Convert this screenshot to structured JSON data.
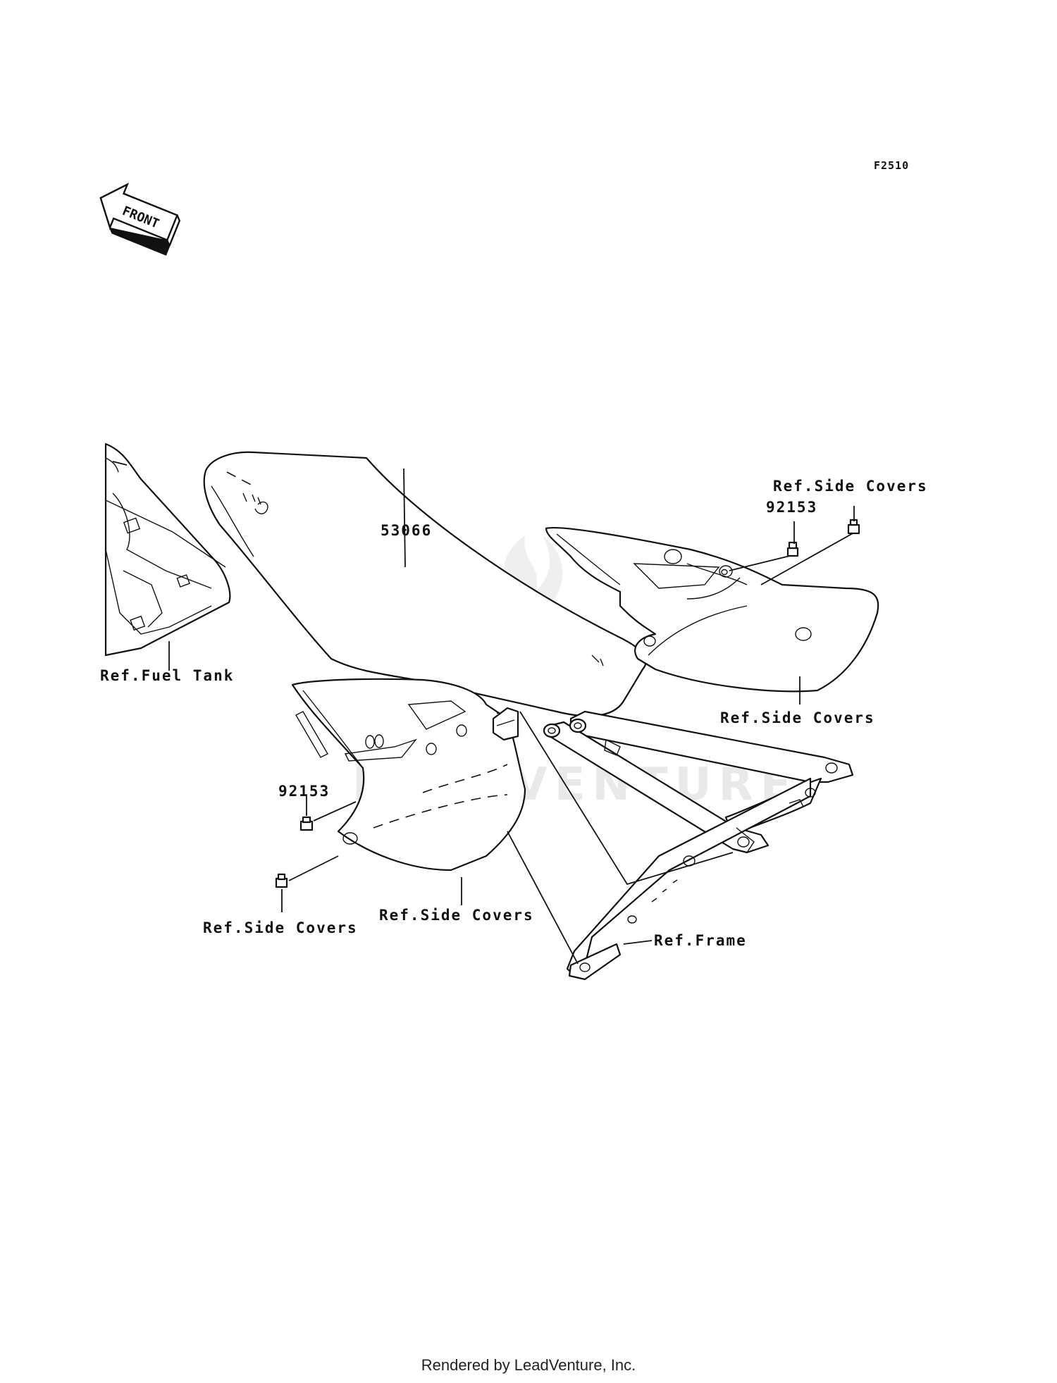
{
  "diagram_code": "F2510",
  "front_arrow": {
    "text": "FRONT",
    "icon": "front-arrow-icon"
  },
  "labels": {
    "seat_part": "53066",
    "bolt_right": "92153",
    "bolt_left": "92153",
    "ref_fuel_tank": "Ref.Fuel Tank",
    "ref_side_covers_top": "Ref.Side Covers",
    "ref_side_covers_right": "Ref.Side Covers",
    "ref_side_covers_left_cover": "Ref.Side Covers",
    "ref_side_covers_left_bottom": "Ref.Side Covers",
    "ref_frame": "Ref.Frame"
  },
  "watermark": "LEADVENTURE",
  "footer": "Rendered by LeadVenture, Inc."
}
